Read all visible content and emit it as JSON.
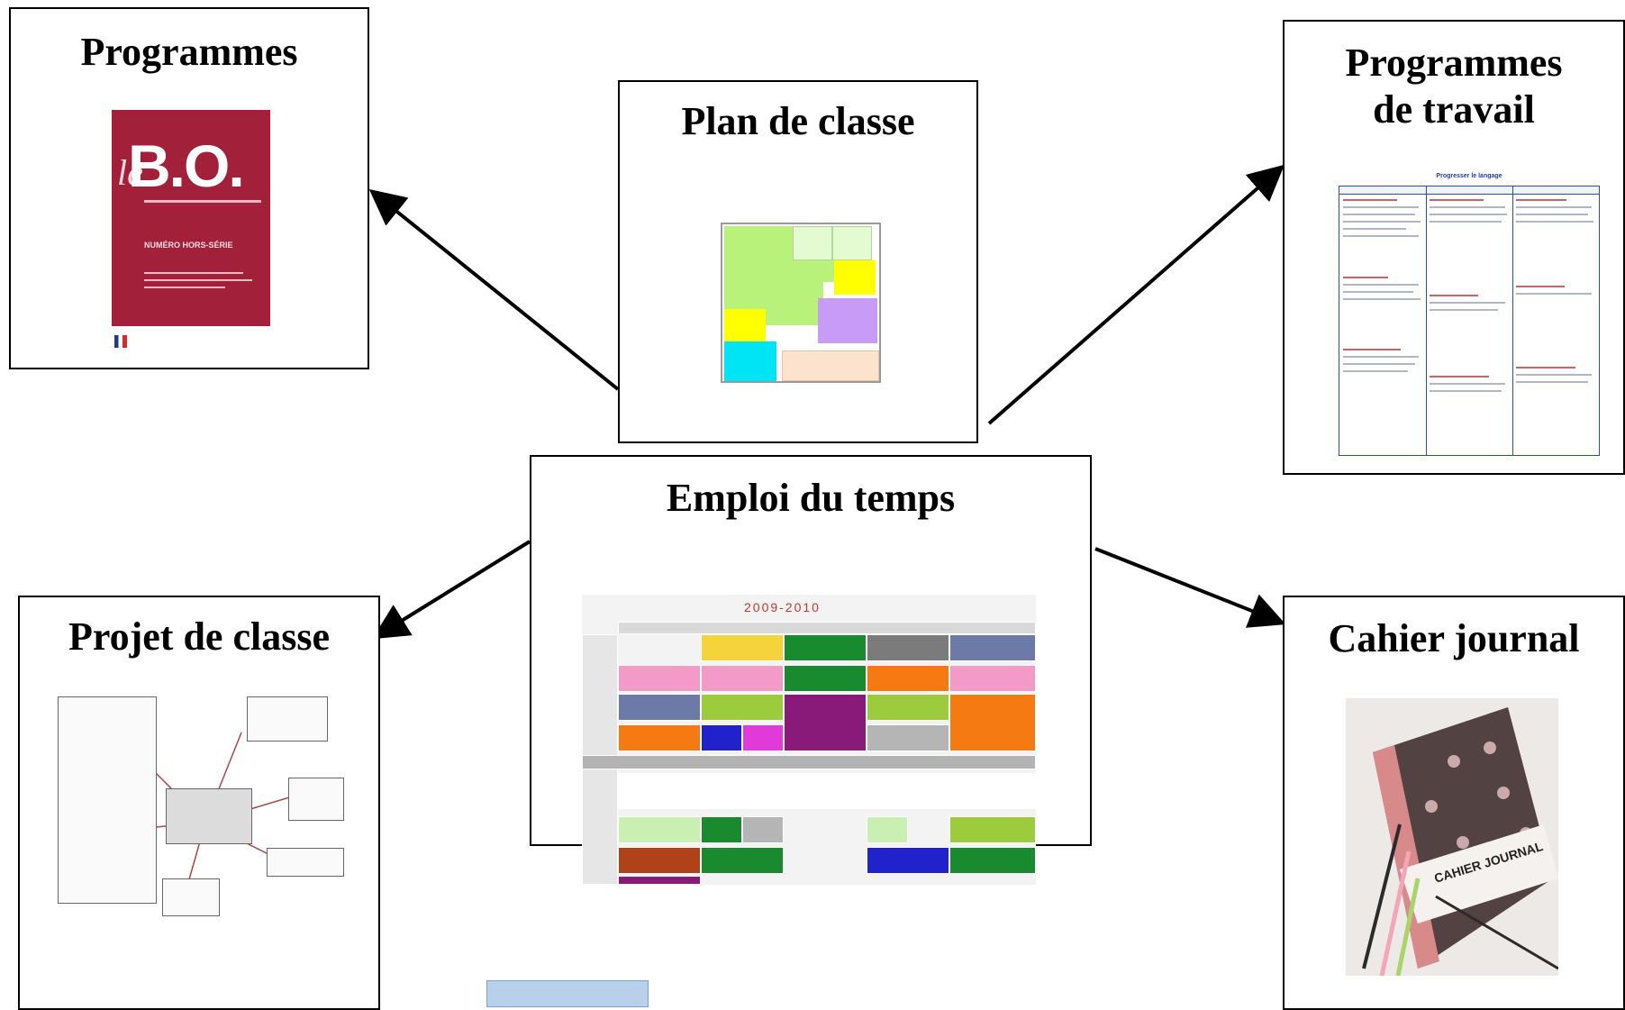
{
  "boxes": {
    "programmes": {
      "title": "Programmes"
    },
    "plan_de_classe": {
      "title": "Plan de classe"
    },
    "programmes_de_travail": {
      "title_line1": "Programmes",
      "title_line2": "de travail"
    },
    "emploi_du_temps": {
      "title": "Emploi du temps"
    },
    "projet_de_classe": {
      "title": "Projet de classe"
    },
    "cahier_journal": {
      "title": "Cahier journal"
    }
  },
  "thumbnails": {
    "bo_cover": {
      "logo": "B.O.",
      "prefix": "le",
      "issue_label": "NUMÉRO HORS-SÉRIE"
    },
    "programme_table": {
      "heading": "Progresser le langage"
    },
    "timetable": {
      "heading": "2009-2010"
    },
    "notebook": {
      "label": "CAHIER JOURNAL"
    }
  },
  "colors": {
    "border": "#000000",
    "bo_red": "#a3203a",
    "plan_green": "#b9f27a",
    "plan_yellow": "#ffff00",
    "plan_purple": "#c89bf7",
    "plan_cyan": "#00e5f5",
    "plan_peach": "#fde3cd"
  }
}
